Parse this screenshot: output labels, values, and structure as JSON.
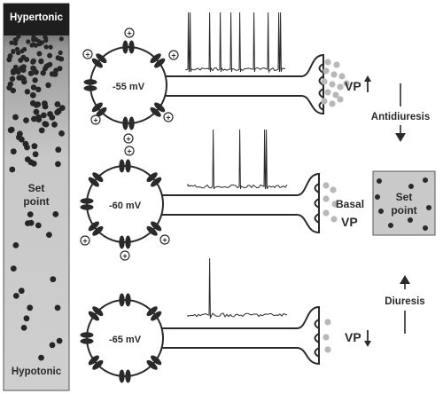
{
  "gradient": {
    "top_label": "Hypertonic",
    "middle_label_line1": "Set",
    "middle_label_line2": "point",
    "bottom_label": "Hypotonic"
  },
  "neurons": [
    {
      "potential": "-55 mV",
      "release_label": "VP",
      "release_arrow": "up"
    },
    {
      "potential": "-60 mV",
      "release_label_line1": "Basal",
      "release_label_line2": "VP"
    },
    {
      "potential": "-65 mV",
      "release_label": "VP",
      "release_arrow": "down"
    }
  ],
  "right_panel": {
    "top_effect": "Antidiuresis",
    "setpoint_line1": "Set",
    "setpoint_line2": "point",
    "bottom_effect": "Diuresis"
  },
  "colors": {
    "dark": "#2a2a2a",
    "gray_panel": "#c9c9c9",
    "release_dot": "#b8b8b8"
  }
}
